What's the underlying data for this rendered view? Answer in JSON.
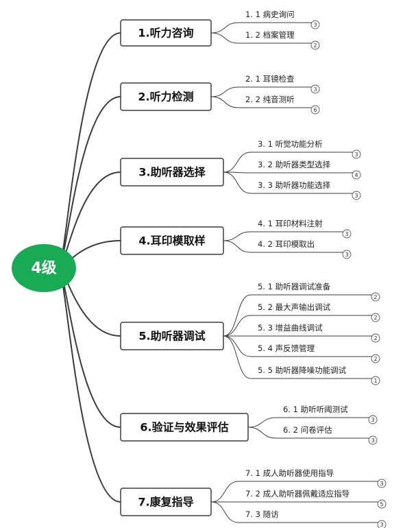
{
  "root": {
    "label": "4级"
  },
  "branches": [
    {
      "label": "1.听力咨询",
      "children": [
        {
          "label": "1. 1 病史询问",
          "badge": "3"
        },
        {
          "label": "1. 2 档案管理",
          "badge": "2"
        }
      ]
    },
    {
      "label": "2.听力检测",
      "children": [
        {
          "label": "2. 1 耳镜检查",
          "badge": "3"
        },
        {
          "label": "2. 2 纯音测听",
          "badge": "6"
        }
      ]
    },
    {
      "label": "3.助听器选择",
      "children": [
        {
          "label": "3. 1 听觉功能分析",
          "badge": "3"
        },
        {
          "label": "3. 2 助听器类型选择",
          "badge": "4"
        },
        {
          "label": "3. 3 助听器功能选择",
          "badge": "3"
        }
      ]
    },
    {
      "label": "4.耳印模取样",
      "children": [
        {
          "label": "4. 1 耳印材料注射",
          "badge": "3"
        },
        {
          "label": "4. 2 耳印模取出",
          "badge": "3"
        }
      ]
    },
    {
      "label": "5.助听器调试",
      "children": [
        {
          "label": "5. 1 助听器调试准备",
          "badge": "2"
        },
        {
          "label": "5. 2 最大声输出调试",
          "badge": "2"
        },
        {
          "label": "5. 3 增益曲线调试",
          "badge": "2"
        },
        {
          "label": "5. 4 声反馈管理",
          "badge": "2"
        },
        {
          "label": "5. 5 助听器降噪功能调试",
          "badge": "1"
        }
      ]
    },
    {
      "label": "6.验证与效果评估",
      "children": [
        {
          "label": "6. 1 助听听阈测试",
          "badge": "3"
        },
        {
          "label": "6. 2 问卷评估",
          "badge": "3"
        }
      ]
    },
    {
      "label": "7.康复指导",
      "children": [
        {
          "label": "7. 1 成人助听器使用指导",
          "badge": "3"
        },
        {
          "label": "7. 2 成人助听器佩戴适应指导",
          "badge": "5"
        },
        {
          "label": "7. 3 随访",
          "badge": "3"
        }
      ]
    }
  ]
}
